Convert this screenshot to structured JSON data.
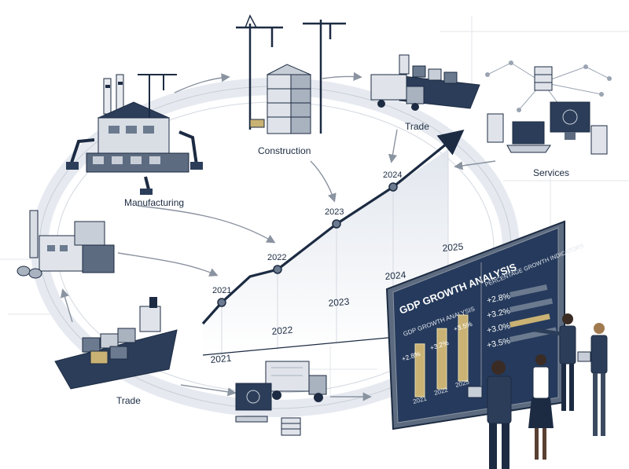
{
  "sectors": {
    "manufacturing": "Manufacturing",
    "construction": "Construction",
    "trade_top": "Trade",
    "services": "Services",
    "trade_bottom": "Trade"
  },
  "chart_data": {
    "type": "line",
    "x": [
      "2021",
      "2022",
      "2023",
      "2024"
    ],
    "point_labels": [
      "2021",
      "2022",
      "2023",
      "2024"
    ],
    "axis_labels": [
      "2021",
      "2022",
      "2023",
      "2024",
      "2025"
    ],
    "trend": "increasing"
  },
  "board": {
    "title": "GDP GROWTH ANALYSIS",
    "panel_title": "GDP GROWTH ANALYSIS",
    "bar_chart": {
      "type": "bar",
      "categories": [
        "2021",
        "2022",
        "2025"
      ],
      "value_labels": [
        "+2.8%",
        "+3.2%",
        "+3.5%"
      ],
      "values": [
        2.8,
        3.2,
        3.5
      ]
    },
    "indicators_title": "PERCENTAGE GROWTH INDICATORS",
    "indicators": [
      {
        "label": "+2.8%",
        "value": 2.8
      },
      {
        "label": "+3.2%",
        "value": 3.2
      },
      {
        "label": "+3.0%",
        "value": 3.0
      },
      {
        "label": "+3.5%",
        "value": 3.5
      }
    ]
  },
  "colors": {
    "navy": "#1c2b42",
    "steel": "#5d6b80",
    "light": "#e6eaf0",
    "accent": "#c9b273",
    "board": "#253a5c"
  }
}
